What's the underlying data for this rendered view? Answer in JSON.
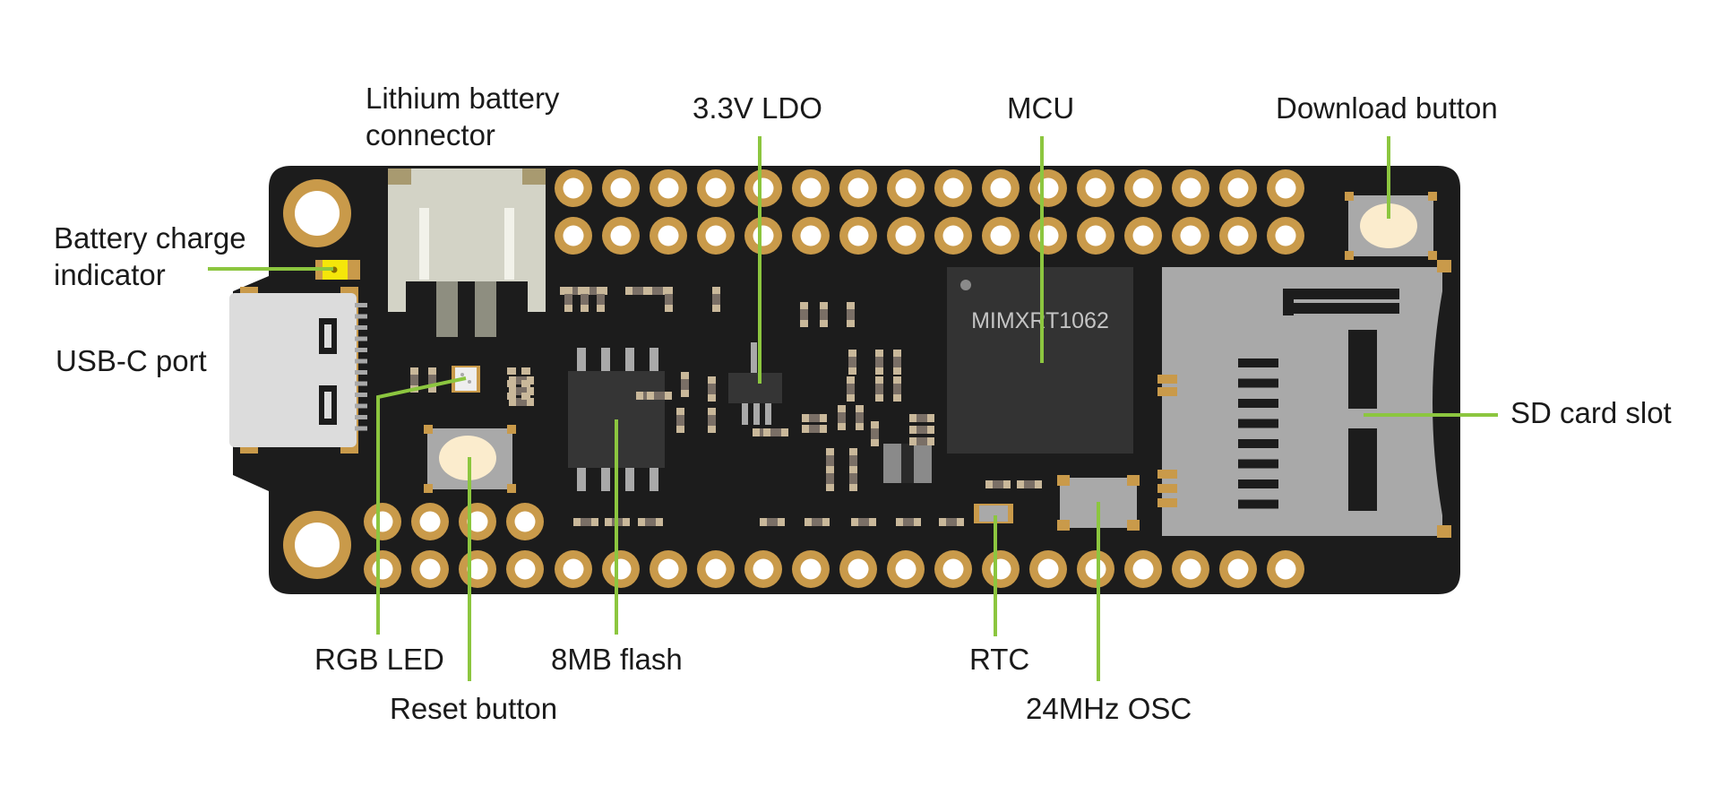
{
  "diagram": {
    "chip_marking": "MIMXRT1062",
    "labels": {
      "battery_connector": [
        "Lithium battery",
        "connector"
      ],
      "ldo": "3.3V LDO",
      "mcu": "MCU",
      "download_button": "Download button",
      "charge_indicator": [
        "Battery charge",
        "indicator"
      ],
      "usb_port": "USB-C port",
      "sd_slot": "SD card slot",
      "rgb_led": "RGB LED",
      "reset_button": "Reset button",
      "flash": "8MB flash",
      "rtc": "RTC",
      "oscillator": "24MHz OSC"
    },
    "colors": {
      "board": "#1c1c1c",
      "pad": "#c99a4a",
      "leader_line": "#8cc63f",
      "metal": "#a9a9a9",
      "button_cap": "#fbeccd",
      "charge_led": "#f5e60a",
      "usb_shell": "#dcdcdc",
      "battery_header": "#d3d3c6"
    }
  }
}
